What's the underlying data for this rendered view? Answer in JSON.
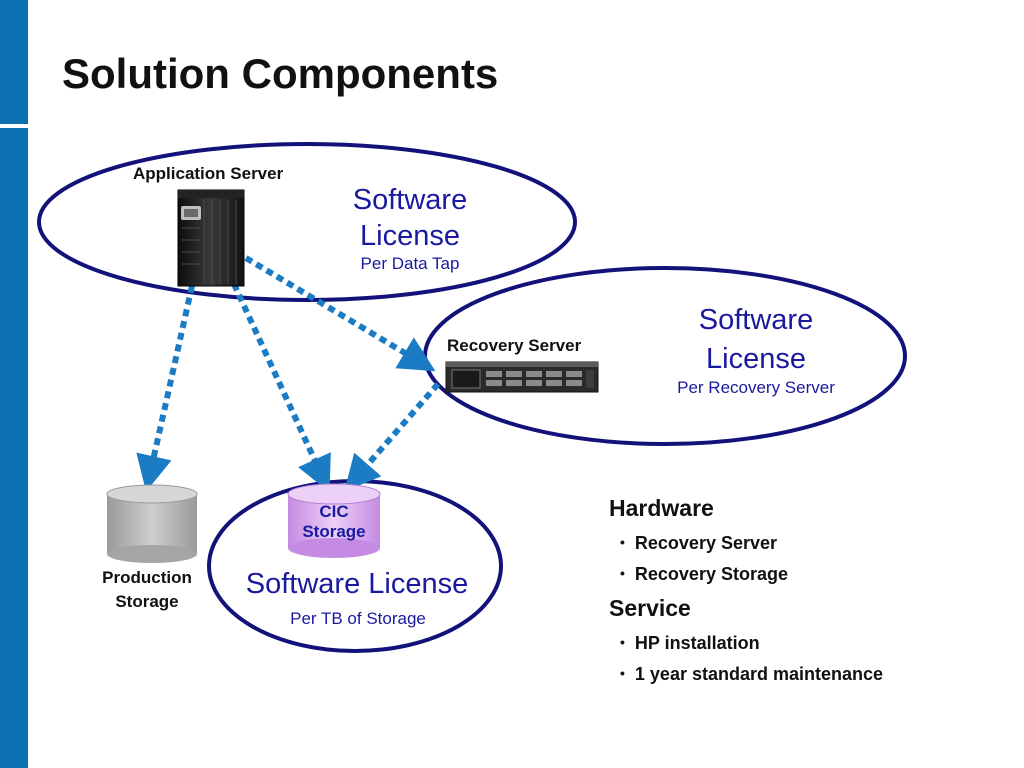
{
  "slide": {
    "title": "Solution Components"
  },
  "diagram": {
    "application_server": {
      "label": "Application Server",
      "license_line1": "Software",
      "license_line2": "License",
      "license_sub": "Per Data Tap"
    },
    "recovery_server": {
      "label": "Recovery Server",
      "license_line1": "Software",
      "license_line2": "License",
      "license_sub": "Per Recovery Server"
    },
    "cic_storage": {
      "label_line1": "CIC",
      "label_line2": "Storage",
      "license": "Software License",
      "license_sub": "Per TB of Storage"
    },
    "production_storage": {
      "label_line1": "Production",
      "label_line2": "Storage"
    }
  },
  "components": {
    "hardware_heading": "Hardware",
    "hardware_items": [
      "Recovery Server",
      "Recovery Storage"
    ],
    "service_heading": "Service",
    "service_items": [
      "HP installation",
      "1 year standard maintenance"
    ]
  },
  "colors": {
    "sidebar": "#0b6fb0",
    "ellipse_stroke": "#12127a",
    "license_text": "#1a1aa0",
    "arrow": "#1b7cc4",
    "cic_fill": "#d9a8ee",
    "production_fill": "#b8b8b8"
  }
}
